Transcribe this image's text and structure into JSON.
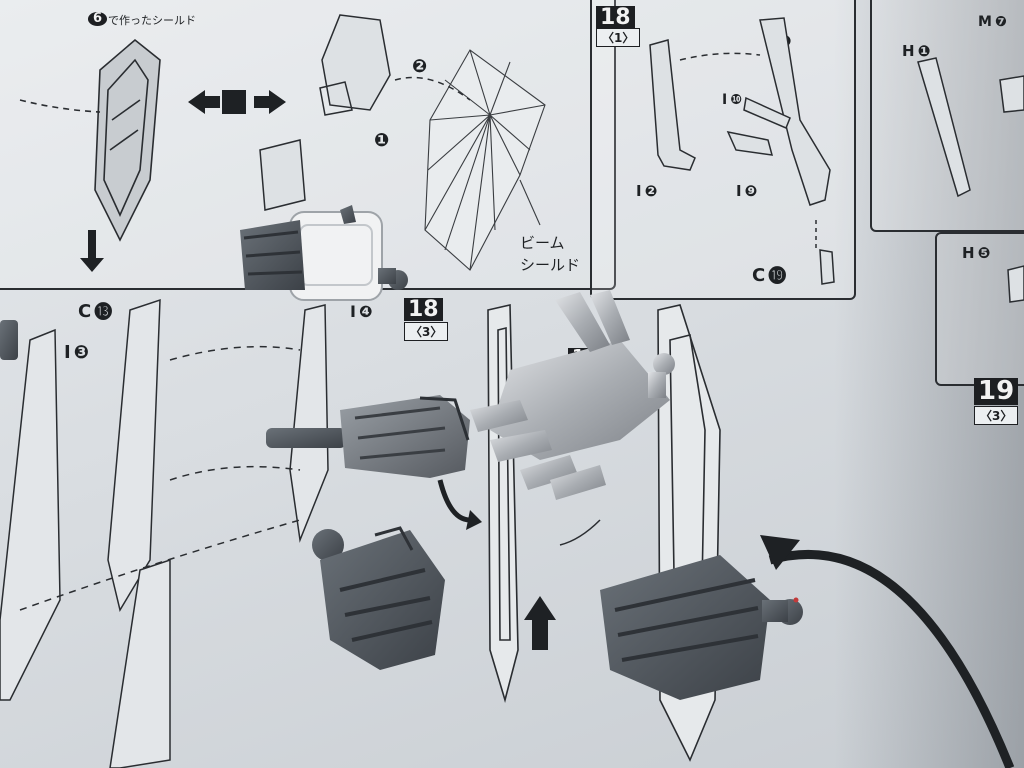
{
  "manual": {
    "caption_shield": "で作ったシールド",
    "beam_shield_line1": "ビーム",
    "beam_shield_line2": "シールド",
    "steps": [
      {
        "number": "18",
        "sub": "〈1〉"
      },
      {
        "number": "18",
        "sub": "〈3〉"
      },
      {
        "number": "18",
        "sub": ""
      },
      {
        "number": "19",
        "sub": "〈3〉"
      }
    ],
    "parts": [
      {
        "runner": "I",
        "num": "❶"
      },
      {
        "runner": "I",
        "num": "❿"
      },
      {
        "runner": "I",
        "num": "❷"
      },
      {
        "runner": "I",
        "num": "❾"
      },
      {
        "runner": "C",
        "num": "⓳"
      },
      {
        "runner": "C",
        "num": "⓭"
      },
      {
        "runner": "I",
        "num": "❸"
      },
      {
        "runner": "I",
        "num": "❹"
      },
      {
        "runner": "H",
        "num": "❶"
      },
      {
        "runner": "H",
        "num": "❺"
      },
      {
        "runner": "M",
        "num": "❼"
      }
    ],
    "arrow_numbers": [
      "❶",
      "❷"
    ],
    "corner_step": "6"
  },
  "colors": {
    "paper": "#dfe3e6",
    "ink": "#1e2124",
    "gray_plastic": "#4c5259",
    "silver_plastic": "#b4b8bd",
    "white_plastic": "#f1f2f3"
  }
}
